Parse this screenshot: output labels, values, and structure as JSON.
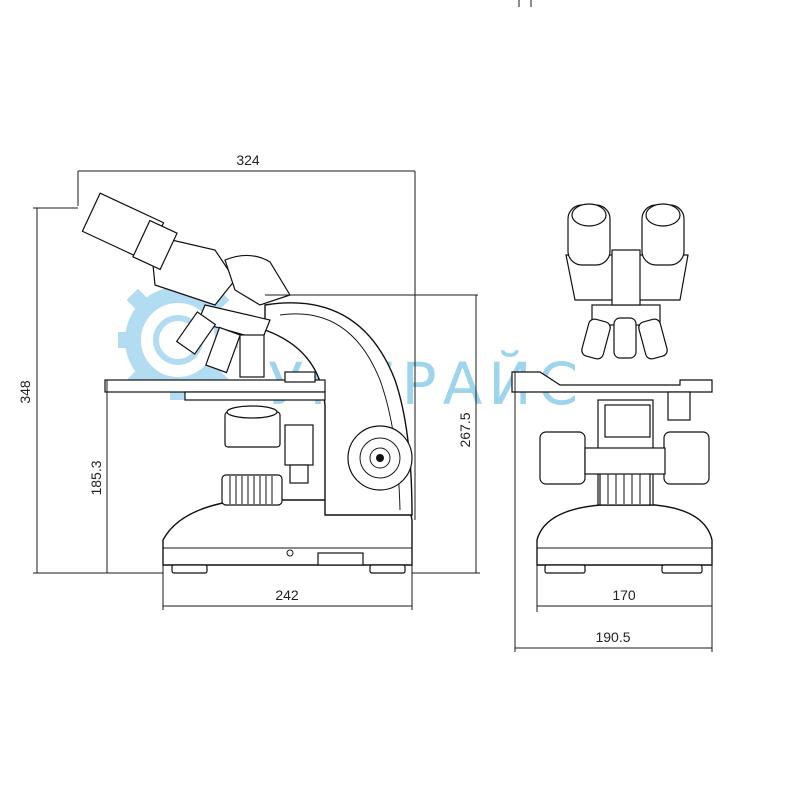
{
  "dimensions": {
    "total_length": "324",
    "total_height": "348",
    "stage_height": "185.3",
    "arm_height": "267.5",
    "side_base_width": "242",
    "front_base_width": "170",
    "front_total_width": "190.5"
  },
  "watermark": {
    "text": "УПЕРАЙС",
    "color": "#7fc6e8"
  },
  "colors": {
    "line": "#1a1a1a",
    "background": "#ffffff"
  }
}
